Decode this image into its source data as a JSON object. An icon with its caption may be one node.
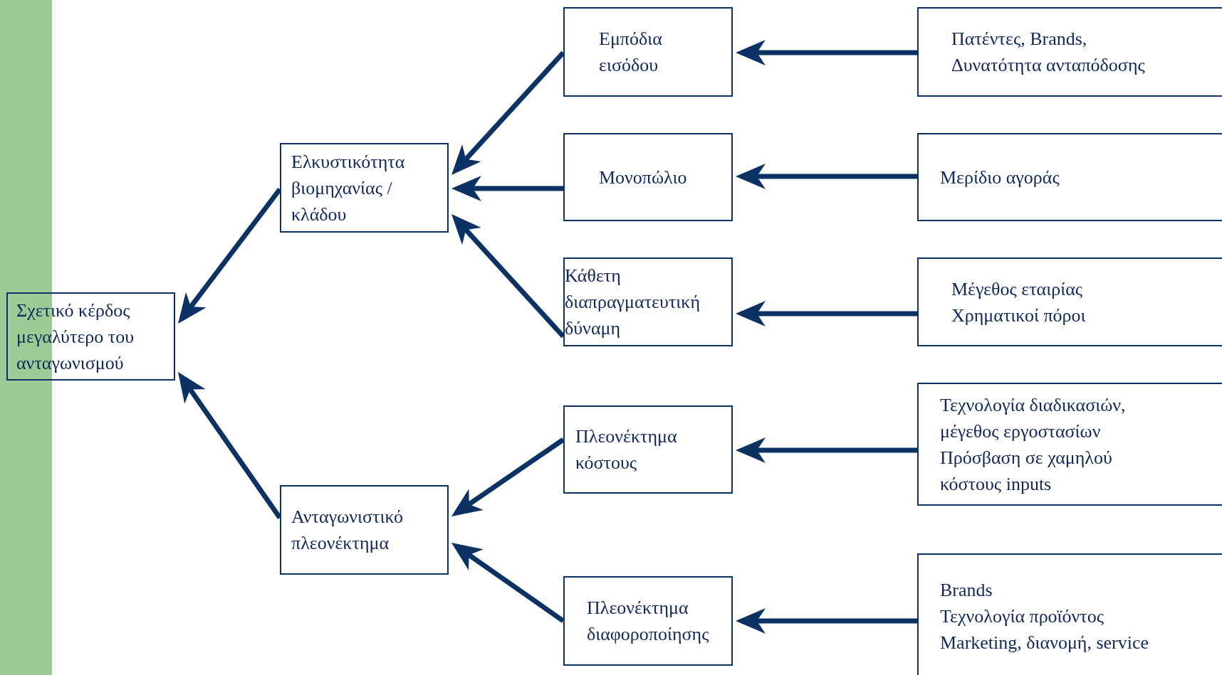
{
  "diagram": {
    "nodes": [
      {
        "text": [
          "Σχετικό κέρδος μεγαλύτερο του ανταγωνισμού"
        ]
      },
      {
        "text": [
          "Ελκυστικότητα βιομηχανίας / κλάδου"
        ]
      },
      {
        "text": [
          "Ανταγωνιστικό πλεονέκτημα"
        ]
      },
      {
        "text": [
          "Εμπόδια εισόδου"
        ]
      },
      {
        "text": [
          "Μονοπώλιο"
        ]
      },
      {
        "text": [
          "Κάθετη διαπραγματευτική δύναμη"
        ]
      },
      {
        "text": [
          "Πλεονέκτημα κόστους"
        ]
      },
      {
        "text": [
          "Πλεονέκτημα διαφοροποίησης"
        ]
      },
      {
        "text": [
          "Πατέντες, Brands,",
          "Δυνατότητα ανταπόδοσης"
        ]
      },
      {
        "text": [
          "Μερίδιο αγοράς"
        ]
      },
      {
        "text": [
          "Μέγεθος εταιρίας",
          "Χρηματικοί πόροι"
        ]
      },
      {
        "text": [
          "Τεχνολογία διαδικασιών, μέγεθος εργοστασίων",
          "Πρόσβαση σε χαμηλού κόστους inputs"
        ]
      },
      {
        "text": [
          "Brands",
          "Τεχνολογία προϊόντος",
          "Marketing, διανομή, service"
        ]
      },
      {
        "text": [],
        "shape": "bar"
      }
    ],
    "edges": [
      {
        "from": 8,
        "to": 3,
        "arrow": "to"
      },
      {
        "from": 9,
        "to": 4,
        "arrow": "to"
      },
      {
        "from": 10,
        "to": 5,
        "arrow": "to"
      },
      {
        "from": 11,
        "to": 6,
        "arrow": "to"
      },
      {
        "from": 12,
        "to": 7,
        "arrow": "to"
      },
      {
        "from": 3,
        "to": 1,
        "arrow": "to"
      },
      {
        "from": 4,
        "to": 1,
        "arrow": "to"
      },
      {
        "from": 5,
        "to": 1,
        "arrow": "to"
      },
      {
        "from": 6,
        "to": 2,
        "arrow": "to"
      },
      {
        "from": 7,
        "to": 2,
        "arrow": "to"
      },
      {
        "from": 1,
        "to": 0,
        "arrow": "to"
      },
      {
        "from": 2,
        "to": 0,
        "arrow": "to"
      }
    ]
  }
}
